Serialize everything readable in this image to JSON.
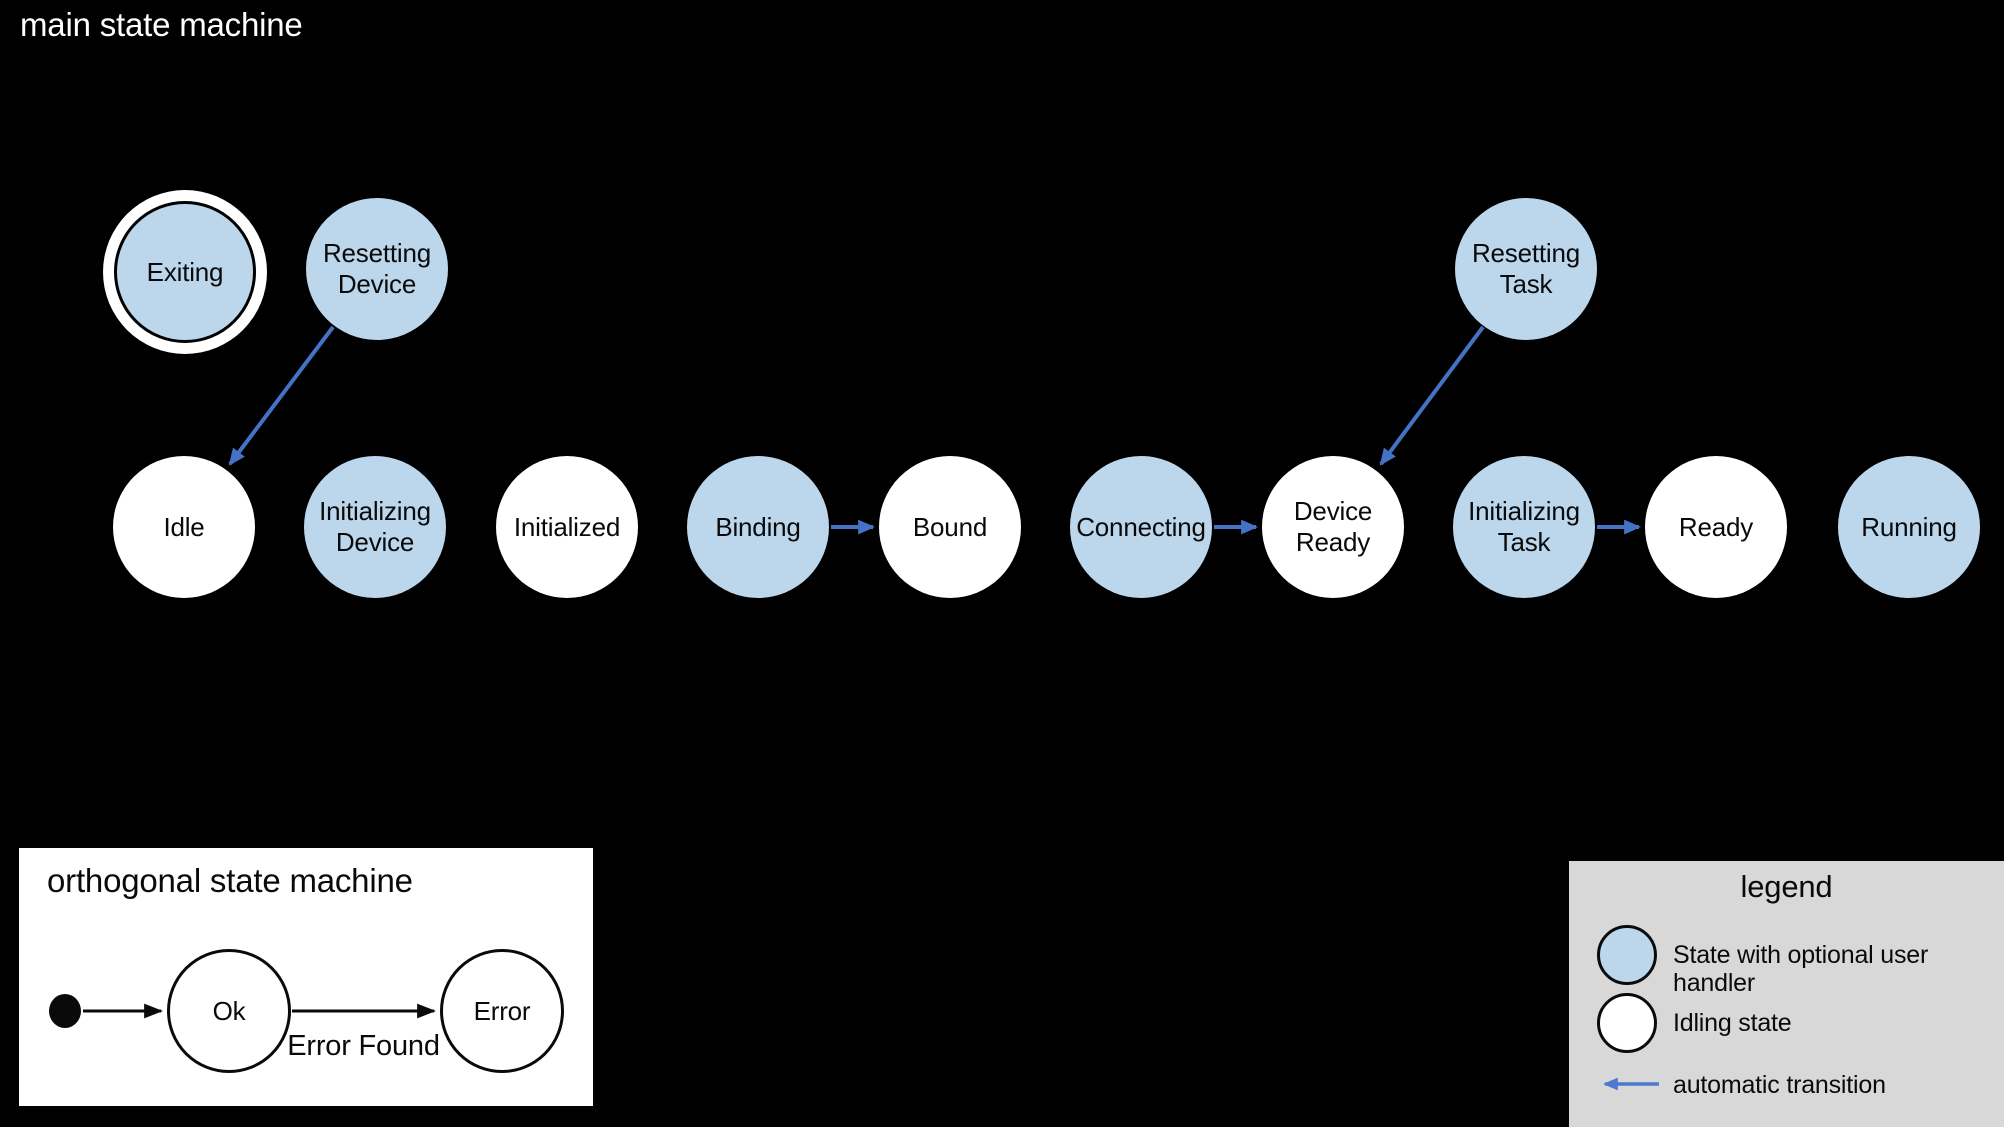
{
  "colors": {
    "background": "#000000",
    "handler_state_fill": "#bcd6ec",
    "idling_state_fill": "#ffffff",
    "automatic_transition_blue": "#4472c4",
    "legend_background": "#d8d8d8",
    "text_dark": "#0a0a0a",
    "text_light": "#ffffff"
  },
  "main": {
    "title": "main state machine",
    "top_states": [
      {
        "id": "exiting",
        "label": "Exiting",
        "kind": "handler",
        "final_marker": true
      },
      {
        "id": "resetting-device",
        "label": "Resetting\nDevice",
        "kind": "handler"
      },
      {
        "id": "resetting-task",
        "label": "Resetting\nTask",
        "kind": "handler"
      }
    ],
    "row_states": [
      {
        "id": "idle",
        "label": "Idle",
        "kind": "idling"
      },
      {
        "id": "initializing-device",
        "label": "Initializing\nDevice",
        "kind": "handler"
      },
      {
        "id": "initialized",
        "label": "Initialized",
        "kind": "idling"
      },
      {
        "id": "binding",
        "label": "Binding",
        "kind": "handler"
      },
      {
        "id": "bound",
        "label": "Bound",
        "kind": "idling"
      },
      {
        "id": "connecting",
        "label": "Connecting",
        "kind": "handler"
      },
      {
        "id": "device-ready",
        "label": "Device\nReady",
        "kind": "idling"
      },
      {
        "id": "initializing-task",
        "label": "Initializing\nTask",
        "kind": "handler"
      },
      {
        "id": "ready",
        "label": "Ready",
        "kind": "idling"
      },
      {
        "id": "running",
        "label": "Running",
        "kind": "handler"
      }
    ],
    "transitions": [
      {
        "from": "resetting-device",
        "to": "idle"
      },
      {
        "from": "binding",
        "to": "bound"
      },
      {
        "from": "connecting",
        "to": "device-ready"
      },
      {
        "from": "resetting-task",
        "to": "device-ready"
      },
      {
        "from": "initializing-task",
        "to": "ready"
      }
    ]
  },
  "orthogonal": {
    "title": "orthogonal state machine",
    "states": [
      {
        "id": "ok",
        "label": "Ok"
      },
      {
        "id": "error",
        "label": "Error"
      }
    ],
    "transitions": [
      {
        "from": "initial",
        "to": "ok",
        "label": ""
      },
      {
        "from": "ok",
        "to": "error",
        "label": "Error Found"
      }
    ]
  },
  "legend": {
    "title": "legend",
    "items": [
      {
        "swatch": "handler-state",
        "label": "State with optional user handler"
      },
      {
        "swatch": "idling-state",
        "label": "Idling state"
      },
      {
        "swatch": "automatic-transition",
        "label": "automatic transition"
      }
    ]
  }
}
